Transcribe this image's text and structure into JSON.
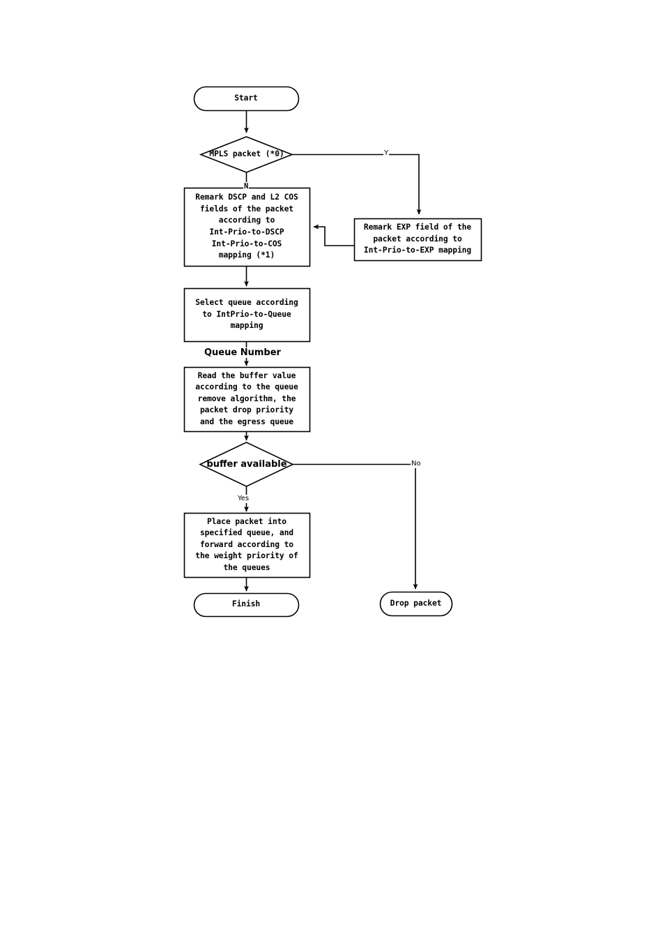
{
  "diagram": {
    "title": "QoS packet forwarding flowchart",
    "stroke_color": "#000000",
    "fill_color": "#ffffff",
    "background": "#ffffff"
  },
  "nodes": {
    "start": {
      "id": "start",
      "shape": "terminator",
      "label": "Start"
    },
    "mpls_decision": {
      "id": "mpls-packet-decision",
      "shape": "decision",
      "label": "MPLS packet (*0)"
    },
    "remark_dscp_cos": {
      "id": "remark-dscp-cos-process",
      "shape": "process",
      "label": "Remark DSCP and L2 COS\nfields of the packet\naccording to\nInt-Prio-to-DSCP\nInt-Prio-to-COS\nmapping (*1)"
    },
    "remark_exp": {
      "id": "remark-exp-process",
      "shape": "process",
      "label": "Remark EXP field of the\npacket according to\nInt-Prio-to-EXP mapping"
    },
    "select_queue": {
      "id": "select-queue-process",
      "shape": "process",
      "label": "Select queue according\nto IntPrio-to-Queue\nmapping"
    },
    "read_buffer": {
      "id": "read-buffer-value-process",
      "shape": "process",
      "label": "Read the buffer value\naccording to the queue\nremove algorithm, the\npacket drop priority\nand the egress queue"
    },
    "buffer_decision": {
      "id": "buffer-available-decision",
      "shape": "decision",
      "label": "buffer available"
    },
    "place_packet": {
      "id": "place-packet-process",
      "shape": "process",
      "label": "Place packet into\nspecified queue, and\nforward according to\nthe weight priority of\nthe queues"
    },
    "finish": {
      "id": "finish",
      "shape": "terminator",
      "label": "Finish"
    },
    "drop_packet": {
      "id": "drop-packet",
      "shape": "terminator",
      "label": "Drop packet"
    }
  },
  "edge_labels": {
    "mpls_yes": "Y",
    "mpls_no": "N",
    "queue_number": "Queue Number",
    "buffer_yes": "Yes",
    "buffer_no": "No"
  }
}
